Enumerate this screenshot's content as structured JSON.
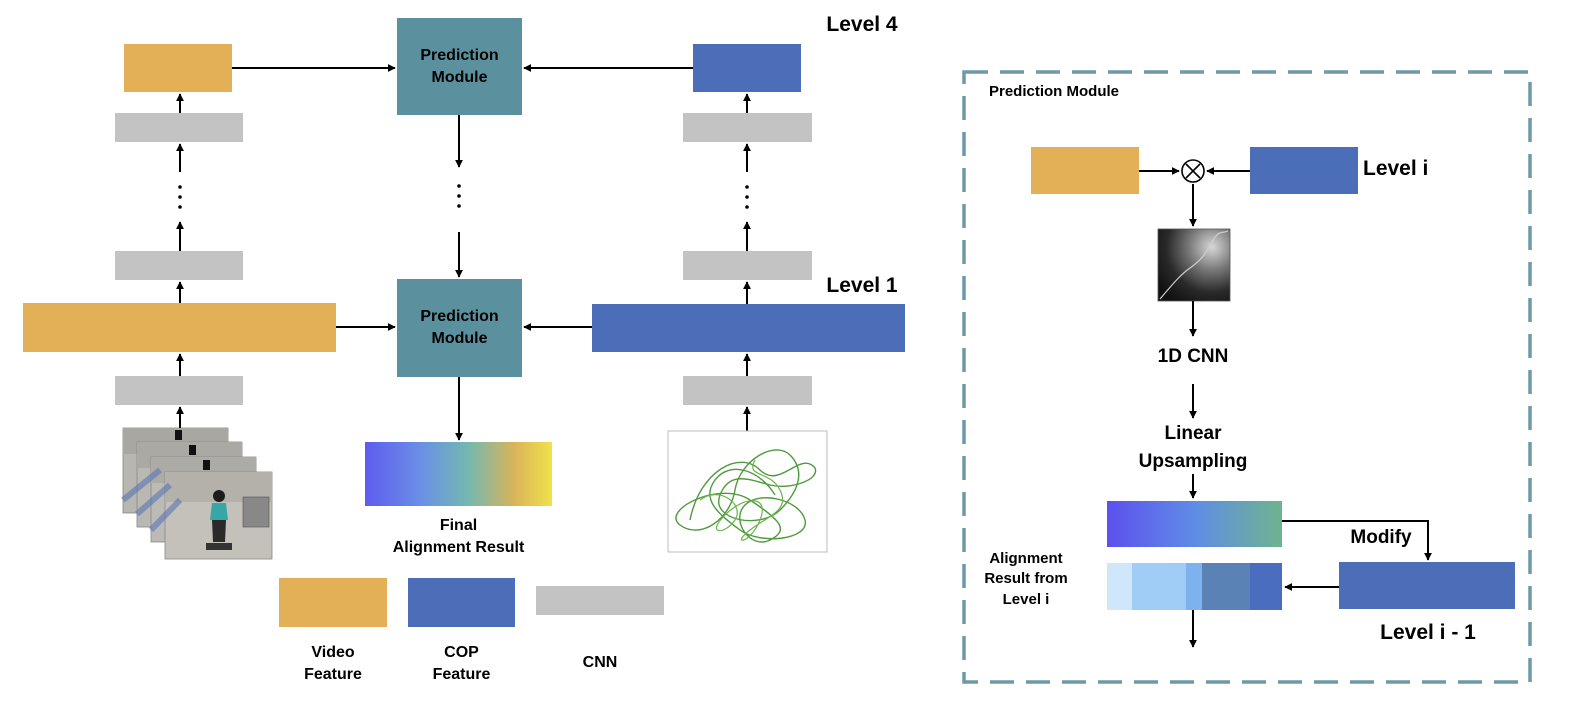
{
  "left": {
    "level_top": "Level 4",
    "level_bottom": "Level 1",
    "prediction_module_top": "Prediction\nModule",
    "prediction_module_bottom": "Prediction\nModule",
    "final_result": "Final\nAlignment Result"
  },
  "legend": {
    "video": "Video\nFeature",
    "cop": "COP\nFeature",
    "cnn": "CNN"
  },
  "right": {
    "title": "Prediction Module",
    "level_i": "Level  i",
    "one_d_cnn": "1D CNN",
    "upsampling": "Linear\nUpsampling",
    "modify": "Modify",
    "alignment_from": "Alignment\nResult from\nLevel i",
    "level_i_minus_1": "Level  i - 1",
    "multiply_symbol": "⊗"
  },
  "colors": {
    "video_feature": "#E3AF57",
    "cop_feature": "#4C6DB8",
    "cnn": "#C3C3C3",
    "prediction_module": "#5B919E",
    "dashed_border": "#6E98A5"
  }
}
